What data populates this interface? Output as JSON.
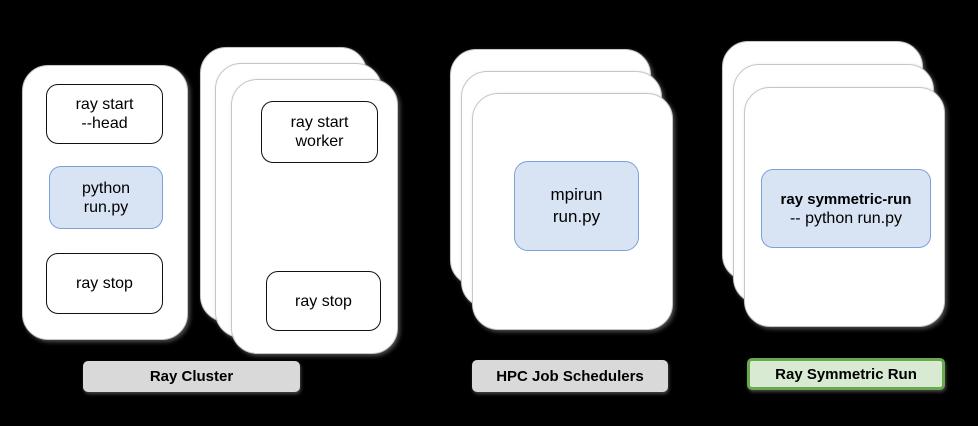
{
  "colors": {
    "background": "#000000",
    "text": "#000000",
    "card_fill": "#ffffff",
    "card_border": "#c6c6c6",
    "box_border": "#111111",
    "blue_fill": "#d8e4f3",
    "blue_border": "#7ba1d8",
    "gray_label_fill": "#d9d9d9",
    "green_label_fill": "#d9ead3",
    "green_label_border": "#6aa84f"
  },
  "ray_cluster": {
    "label": "Ray Cluster",
    "head_card": {
      "start_cmd": {
        "line1": "ray start",
        "line2": "--head"
      },
      "run_cmd": {
        "line1": "python",
        "line2": "run.py"
      },
      "stop_cmd": "ray stop"
    },
    "worker_card": {
      "start_cmd": {
        "line1": "ray start",
        "line2": "worker"
      },
      "stop_cmd": "ray stop"
    }
  },
  "hpc": {
    "label": "HPC Job Schedulers",
    "run_cmd": {
      "line1": "mpirun",
      "line2": "run.py"
    }
  },
  "symmetric_run": {
    "label": "Ray Symmetric Run",
    "run_cmd": {
      "line1": "ray symmetric-run",
      "line2": "-- python run.py"
    }
  }
}
